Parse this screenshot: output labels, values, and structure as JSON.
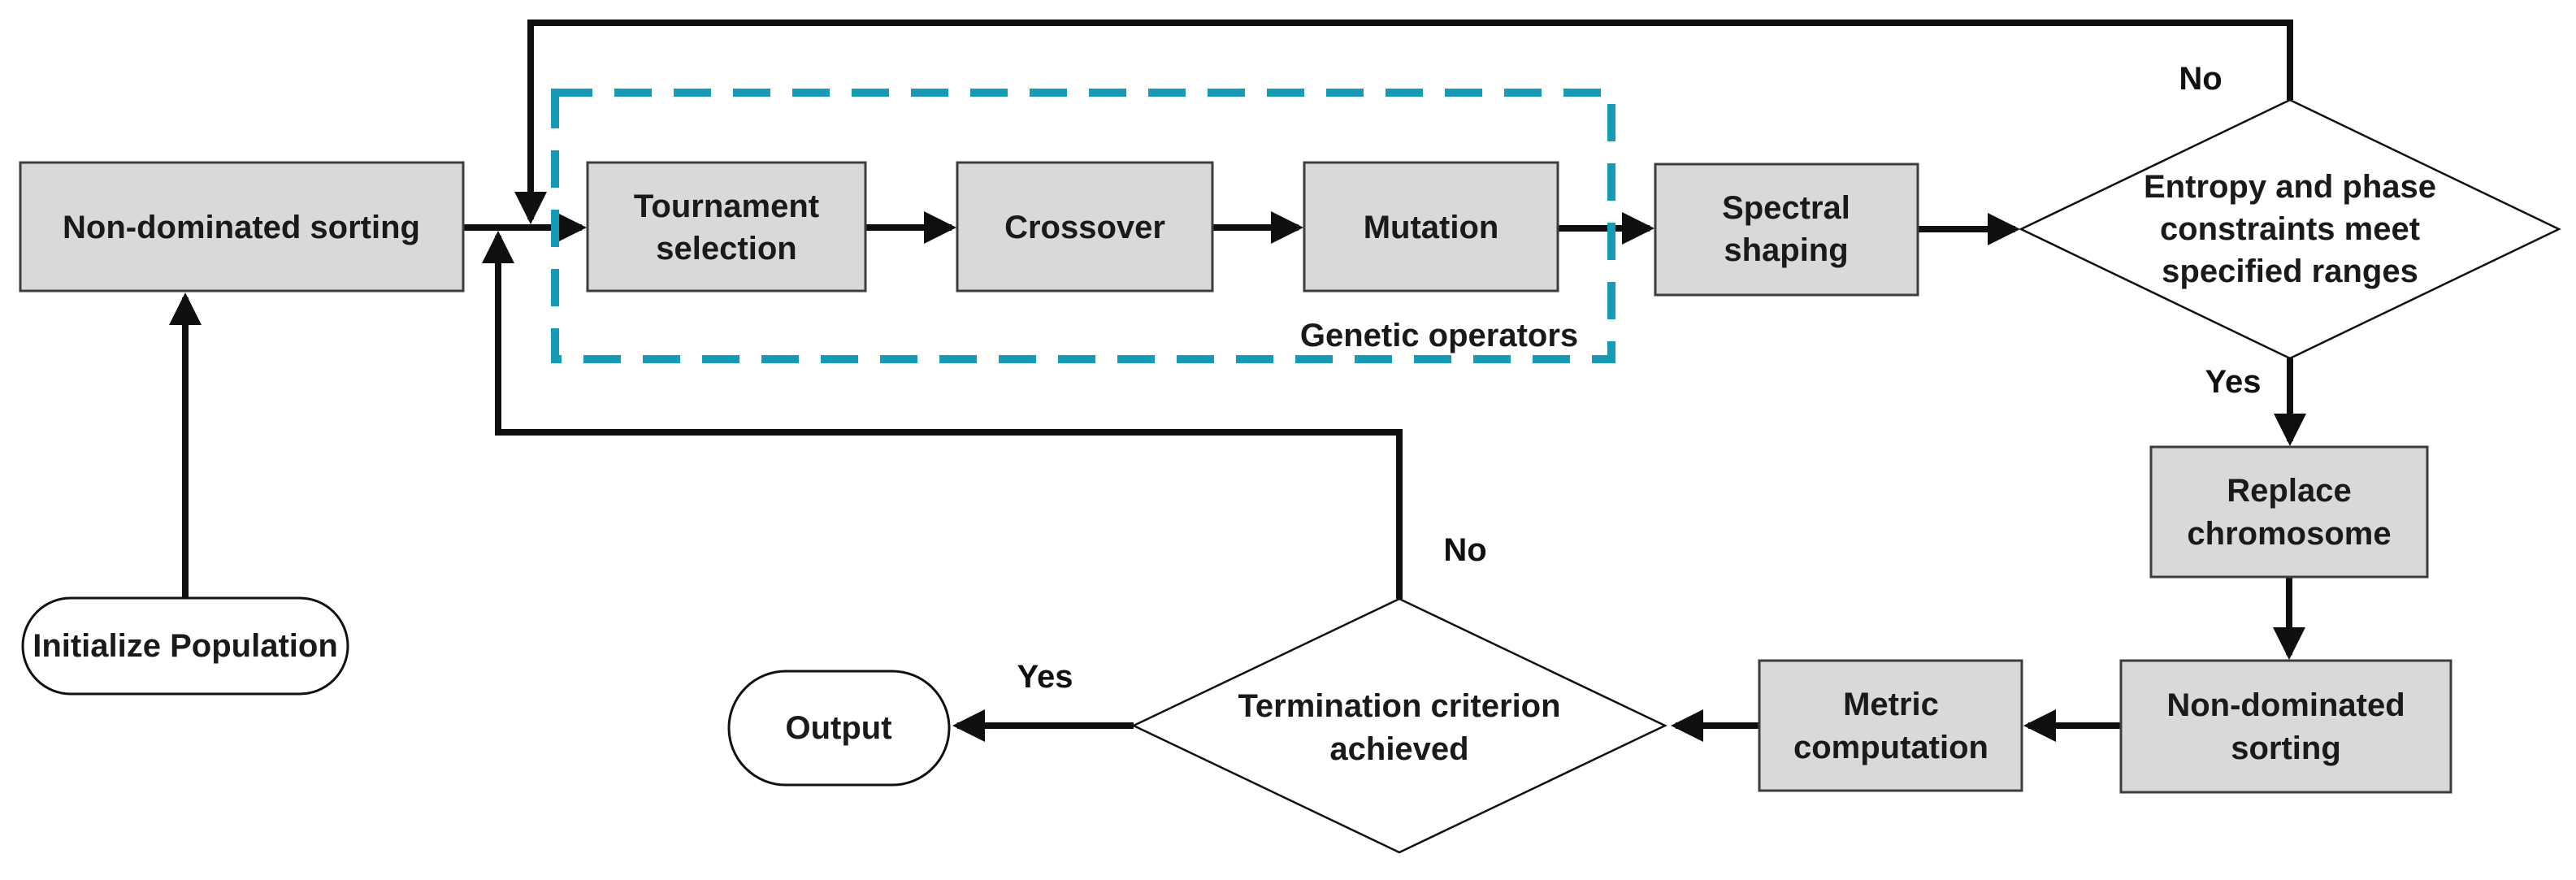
{
  "diagram": {
    "type": "flowchart",
    "background": "#ffffff",
    "colors": {
      "process_fill": "#d9d9d9",
      "process_border": "#3d3d3d",
      "terminator_fill": "#ffffff",
      "line": "#0f0f0f",
      "text": "#1a1a1a",
      "group_border": "#179ab4"
    },
    "nodes": {
      "nds1": {
        "type": "process",
        "label": "Non-dominated sorting"
      },
      "init": {
        "type": "terminator",
        "label": "Initialize Population"
      },
      "tournament": {
        "type": "process",
        "line1": "Tournament",
        "line2": "selection"
      },
      "crossover": {
        "type": "process",
        "label": "Crossover"
      },
      "mutation": {
        "type": "process",
        "label": "Mutation"
      },
      "spectral": {
        "type": "process",
        "line1": "Spectral",
        "line2": "shaping"
      },
      "entropy_decision": {
        "type": "decision",
        "line1": "Entropy and phase",
        "line2": "constraints meet",
        "line3": "specified ranges"
      },
      "replace": {
        "type": "process",
        "line1": "Replace",
        "line2": "chromosome"
      },
      "nds2": {
        "type": "process",
        "line1": "Non-dominated",
        "line2": "sorting"
      },
      "metric": {
        "type": "process",
        "line1": "Metric",
        "line2": "computation"
      },
      "termination_decision": {
        "type": "decision",
        "line1": "Termination criterion",
        "line2": "achieved"
      },
      "output": {
        "type": "terminator",
        "label": "Output"
      }
    },
    "group": {
      "label": "Genetic operators"
    },
    "edge_labels": {
      "entropy_no": "No",
      "entropy_yes": "Yes",
      "termination_no": "No",
      "termination_yes": "Yes"
    }
  }
}
